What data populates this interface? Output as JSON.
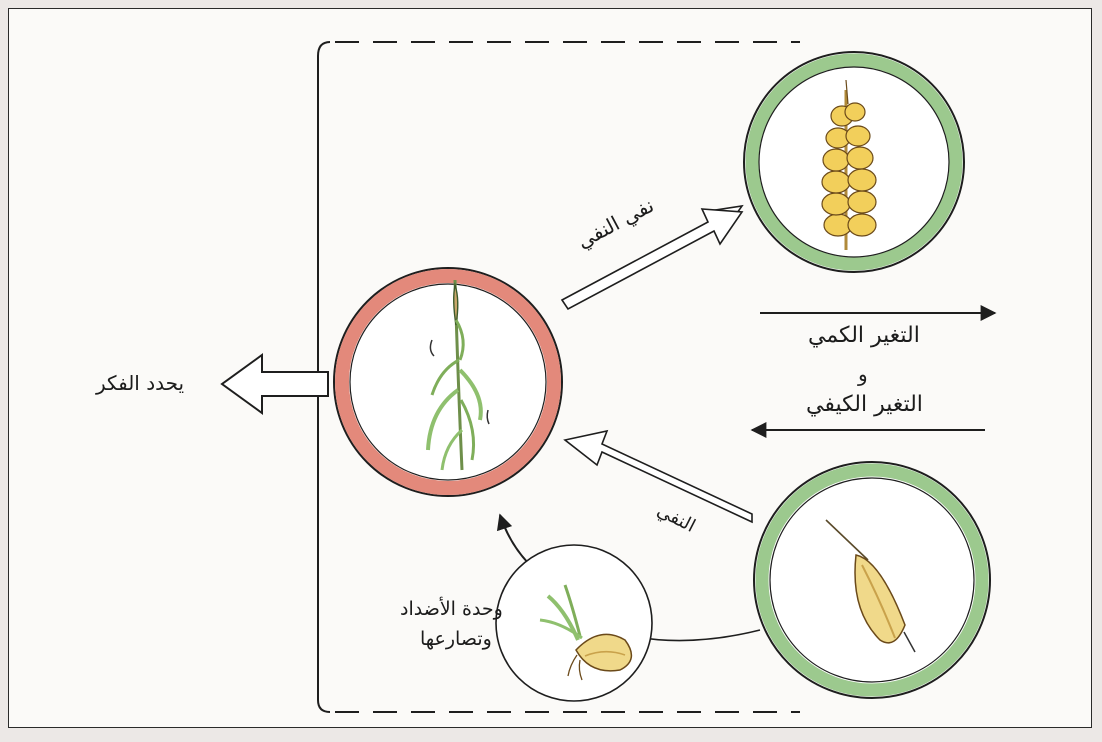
{
  "labels": {
    "limits_thought": "يحدد الفكر",
    "negation_of_negation": "نفي النفي",
    "negation": "النفي",
    "quantitative_change": "التغير الكمي",
    "and": "و",
    "qualitative_change": "التغير الكيفي",
    "unity_of_opposites_1": "وحدة الأضداد",
    "unity_of_opposites_2": "وتصارعها"
  },
  "colors": {
    "frame_line": "#1e1e1e",
    "green_ring": "#9cc98e",
    "red_ring": "#e3897b",
    "seed_fill": "#f0d98a",
    "plant_green": "#8fc06e",
    "ear_fill": "#f2cf5b"
  },
  "icons": [
    "wheat-ear-icon",
    "young-wheat-plant-icon",
    "wheat-grain-icon",
    "sprouting-seed-icon"
  ]
}
